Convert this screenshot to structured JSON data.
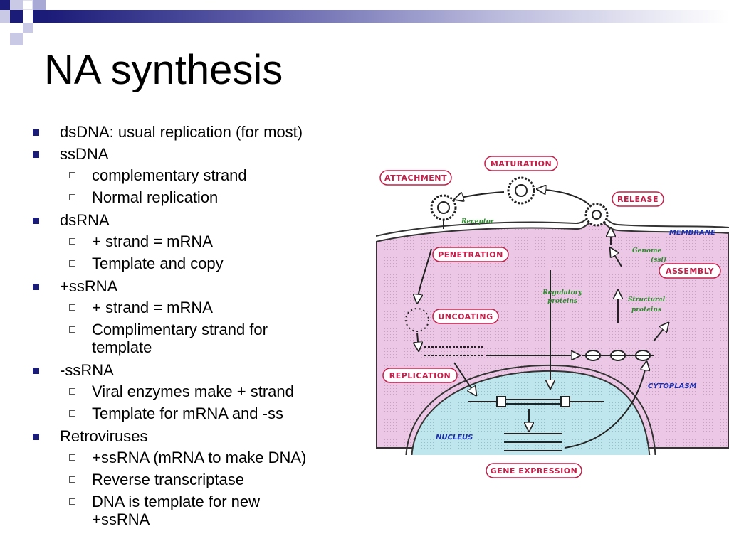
{
  "slide": {
    "title": "NA synthesis",
    "bullets": [
      {
        "text": "dsDNA: usual replication (for most)",
        "sub": []
      },
      {
        "text": "ssDNA",
        "sub": [
          "complementary strand",
          "Normal replication"
        ]
      },
      {
        "text": "dsRNA",
        "sub": [
          "+ strand = mRNA",
          "Template and copy"
        ]
      },
      {
        "text": "+ssRNA",
        "sub": [
          "+ strand = mRNA",
          "Complimentary strand for template"
        ]
      },
      {
        "text": "-ssRNA",
        "sub": [
          "Viral enzymes make + strand",
          "Template for mRNA and -ss"
        ]
      },
      {
        "text": "Retroviruses",
        "sub": [
          "+ssRNA (mRNA to make DNA)",
          "Reverse transcriptase",
          "DNA is template for new +ssRNA"
        ]
      }
    ]
  },
  "diagram": {
    "labels": {
      "maturation": "MATURATION",
      "attachment": "ATTACHMENT",
      "release": "RELEASE",
      "penetration": "PENETRATION",
      "assembly": "ASSEMBLY",
      "uncoating": "UNCOATING",
      "replication": "REPLICATION",
      "gene_expression": "GENE EXPRESSION"
    },
    "annotations": {
      "receptor": "Receptor",
      "membrane": "MEMBRANE",
      "genome": "Genome",
      "genome_copy": "(ssl)",
      "regulatory_1": "Regulatory",
      "regulatory_2": "proteins",
      "structural_1": "Structural",
      "structural_2": "proteins",
      "cytoplasm": "CYTOPLASM",
      "nucleus": "NUCLEUS"
    },
    "colors": {
      "cytoplasm": "#ecc8e6",
      "nucleus": "#bfe6ec",
      "label": "#c0204a",
      "annotation_green": "#2e8b2e",
      "annotation_blue": "#1c2fb0",
      "theme": "#1b1b78"
    }
  }
}
